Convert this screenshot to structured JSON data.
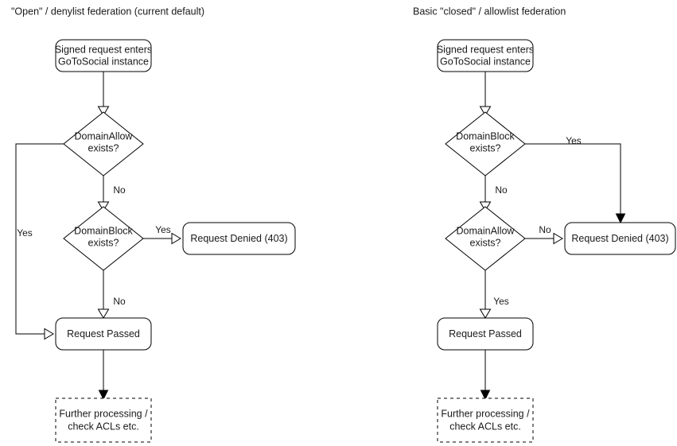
{
  "diagram": {
    "type": "flowchart",
    "title_left": "\"Open\" / denylist federation (current default)",
    "title_right": "Basic \"closed\" / allowlist federation",
    "labels": {
      "entry": "Signed request enters\nGoToSocial instance",
      "entry_line1": "Signed request enters",
      "entry_line2": "GoToSocial instance",
      "domain_allow_line1": "DomainAllow",
      "domain_allow_line2": "exists?",
      "domain_block_line1": "DomainBlock",
      "domain_block_line2": "exists?",
      "denied": "Request Denied (403)",
      "passed": "Request Passed",
      "further_line1": "Further processing /",
      "further_line2": "check ACLs etc.",
      "yes": "Yes",
      "no": "No"
    },
    "colors": {
      "stroke": "#000000",
      "fill": "#ffffff",
      "text": "#1a1a1a",
      "background": "#ffffff"
    },
    "left_flow": {
      "name": "denylist-federation",
      "nodes": [
        {
          "id": "entry",
          "shape": "rounded-rect",
          "text": "Signed request enters GoToSocial instance"
        },
        {
          "id": "domain-allow",
          "shape": "diamond",
          "text": "DomainAllow exists?"
        },
        {
          "id": "domain-block",
          "shape": "diamond",
          "text": "DomainBlock exists?"
        },
        {
          "id": "denied",
          "shape": "rounded-rect",
          "text": "Request Denied (403)"
        },
        {
          "id": "passed",
          "shape": "rounded-rect",
          "text": "Request Passed"
        },
        {
          "id": "further",
          "shape": "dashed-rect",
          "text": "Further processing / check ACLs etc."
        }
      ],
      "edges": [
        {
          "from": "entry",
          "to": "domain-allow",
          "label": ""
        },
        {
          "from": "domain-allow",
          "to": "passed",
          "label": "Yes"
        },
        {
          "from": "domain-allow",
          "to": "domain-block",
          "label": "No"
        },
        {
          "from": "domain-block",
          "to": "denied",
          "label": "Yes"
        },
        {
          "from": "domain-block",
          "to": "passed",
          "label": "No"
        },
        {
          "from": "passed",
          "to": "further",
          "label": ""
        }
      ]
    },
    "right_flow": {
      "name": "allowlist-federation",
      "nodes": [
        {
          "id": "entry",
          "shape": "rounded-rect",
          "text": "Signed request enters GoToSocial instance"
        },
        {
          "id": "domain-block",
          "shape": "diamond",
          "text": "DomainBlock exists?"
        },
        {
          "id": "domain-allow",
          "shape": "diamond",
          "text": "DomainAllow exists?"
        },
        {
          "id": "denied",
          "shape": "rounded-rect",
          "text": "Request Denied (403)"
        },
        {
          "id": "passed",
          "shape": "rounded-rect",
          "text": "Request Passed"
        },
        {
          "id": "further",
          "shape": "dashed-rect",
          "text": "Further processing / check ACLs etc."
        }
      ],
      "edges": [
        {
          "from": "entry",
          "to": "domain-block",
          "label": ""
        },
        {
          "from": "domain-block",
          "to": "denied",
          "label": "Yes"
        },
        {
          "from": "domain-block",
          "to": "domain-allow",
          "label": "No"
        },
        {
          "from": "domain-allow",
          "to": "denied",
          "label": "No"
        },
        {
          "from": "domain-allow",
          "to": "passed",
          "label": "Yes"
        },
        {
          "from": "passed",
          "to": "further",
          "label": ""
        }
      ]
    }
  }
}
